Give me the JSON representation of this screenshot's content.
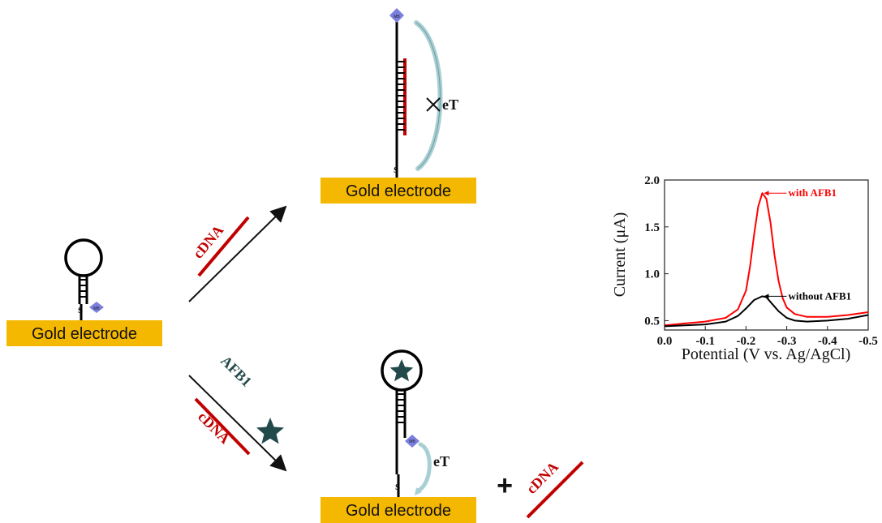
{
  "electrodes": {
    "left": "Gold electrode",
    "top": "Gold electrode",
    "bottom": "Gold electrode"
  },
  "labels": {
    "mb": "MB",
    "sulfur": "S",
    "et": "eT",
    "cdna": "cDNA",
    "afb1": "AFB1",
    "plus": "+"
  },
  "colors": {
    "electrode": "#f5b800",
    "cdna": "#c00000",
    "mb": "#7b7fe0",
    "star": "#234a4a",
    "path": "#a8d0d4"
  },
  "chart_data": {
    "type": "line",
    "xlabel": "Potential (V vs. Ag/AgCl)",
    "ylabel": "Current (μA)",
    "xlim": [
      0.0,
      -0.5
    ],
    "ylim": [
      0.4,
      2.0
    ],
    "xticks": [
      "0.0",
      "-0.1",
      "-0.2",
      "-0.3",
      "-0.4",
      "-0.5"
    ],
    "yticks": [
      "0.5",
      "1.0",
      "1.5",
      "2.0"
    ],
    "series": [
      {
        "name": "with AFB1",
        "color": "#ff0000",
        "x": [
          0.0,
          -0.05,
          -0.1,
          -0.15,
          -0.18,
          -0.2,
          -0.21,
          -0.22,
          -0.23,
          -0.24,
          -0.25,
          -0.26,
          -0.27,
          -0.28,
          -0.29,
          -0.3,
          -0.32,
          -0.35,
          -0.4,
          -0.45,
          -0.5
        ],
        "y": [
          0.45,
          0.47,
          0.49,
          0.53,
          0.62,
          0.82,
          1.08,
          1.42,
          1.72,
          1.86,
          1.8,
          1.55,
          1.2,
          0.92,
          0.74,
          0.64,
          0.57,
          0.54,
          0.54,
          0.56,
          0.59
        ]
      },
      {
        "name": "without AFB1",
        "color": "#000000",
        "x": [
          0.0,
          -0.05,
          -0.1,
          -0.15,
          -0.18,
          -0.2,
          -0.22,
          -0.24,
          -0.25,
          -0.26,
          -0.28,
          -0.3,
          -0.32,
          -0.35,
          -0.4,
          -0.45,
          -0.5
        ],
        "y": [
          0.44,
          0.45,
          0.46,
          0.49,
          0.55,
          0.63,
          0.72,
          0.76,
          0.75,
          0.7,
          0.6,
          0.53,
          0.5,
          0.49,
          0.5,
          0.52,
          0.56
        ]
      }
    ]
  }
}
